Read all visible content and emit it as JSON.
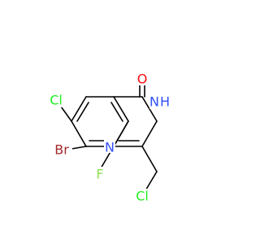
{
  "atoms": {
    "O": {
      "text": "O",
      "color": "#ff0d0d"
    },
    "NH": {
      "text": "H",
      "color": "#3050f8"
    },
    "N3": {
      "text": "N",
      "color": "#3050f8"
    },
    "N1": {
      "text": "N",
      "color": "#3050f8"
    },
    "Cl6": {
      "text": "Cl",
      "color": "#1ff01f"
    },
    "Br7": {
      "text": "Br",
      "color": "#a62929"
    },
    "F8": {
      "text": "F",
      "color": "#90e050"
    },
    "Cl_chain": {
      "text": "Cl",
      "color": "#1ff01f"
    }
  }
}
